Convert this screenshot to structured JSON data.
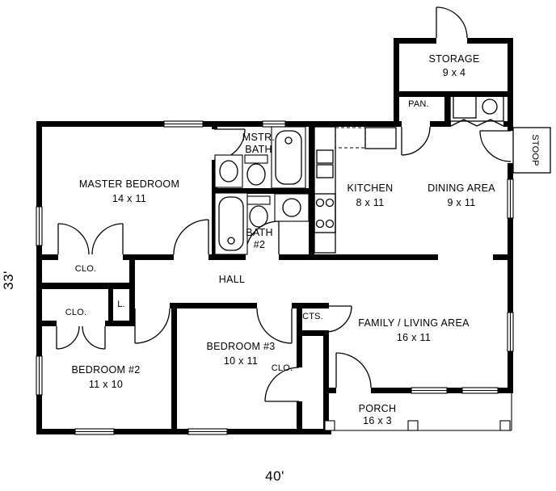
{
  "plan": {
    "width_label": "40'",
    "height_label": "33'",
    "background": "#ffffff",
    "wall_color": "#000000"
  },
  "rooms": {
    "master_bedroom": {
      "name": "MASTER BEDROOM",
      "size": "14 x 11"
    },
    "master_bath": {
      "line1": "MSTR.",
      "line2": "BATH"
    },
    "bath_2": {
      "line1": "BATH",
      "line2": "#2"
    },
    "kitchen": {
      "name": "KITCHEN",
      "size": "8 x 11"
    },
    "dining_area": {
      "name": "DINING AREA",
      "size": "9 x 11"
    },
    "storage": {
      "name": "STORAGE",
      "size": "9 x 4"
    },
    "pantry": {
      "name": "PAN."
    },
    "stoop": {
      "name": "STOOP"
    },
    "hall": {
      "name": "HALL"
    },
    "master_closet": {
      "name": "CLO."
    },
    "bedroom2_closet": {
      "name": "CLO."
    },
    "linen_closet": {
      "name": "L."
    },
    "coat_closet": {
      "name": "CTS."
    },
    "bedroom_2": {
      "name": "BEDROOM #2",
      "size": "11 x 10"
    },
    "bedroom_3": {
      "name": "BEDROOM #3",
      "size": "10 x 11"
    },
    "bedroom3_closet": {
      "name": "CLO."
    },
    "family_room": {
      "name": "FAMILY / LIVING AREA",
      "size": "16 x 11"
    },
    "porch": {
      "name": "PORCH",
      "size": "16 x 3"
    }
  }
}
